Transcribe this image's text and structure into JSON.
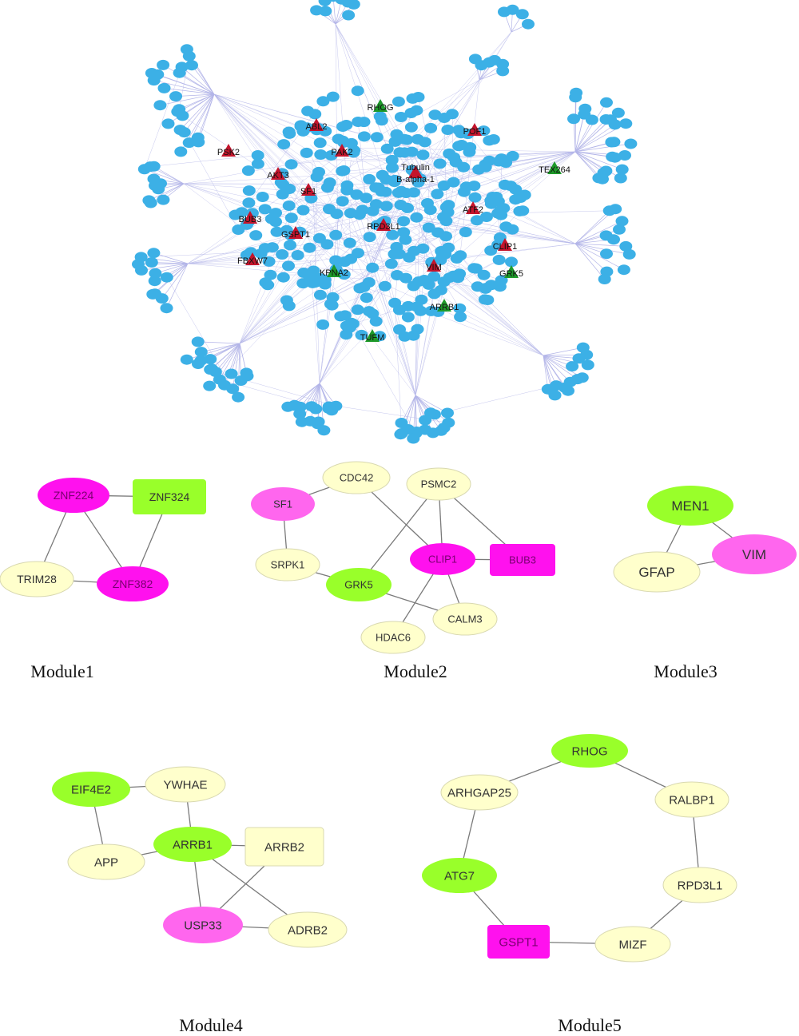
{
  "colors": {
    "hub_node": "#3cb0e6",
    "hub_edge": "#b3b5e8",
    "red_marker": "#c4142c",
    "green_marker": "#1e9a2a",
    "green_fill": "#99ff2a",
    "magenta_fill": "#ff11ee",
    "light_magenta_fill": "#ff66ee",
    "cream_fill": "#ffffcc",
    "module_edge": "#7a7a7a"
  },
  "overview": {
    "red_labels": [
      "ABL2",
      "PAK2",
      "PSK2",
      "AKT3",
      "SF1",
      "BUB3",
      "GSPT1",
      "FBXW7",
      "RPD3L1",
      "ATF2",
      "CLIP1",
      "VIM",
      "POF1",
      "Tubulin B-alpha-1"
    ],
    "green_labels": [
      "RHOG",
      "TEX264",
      "GRK5",
      "KPNA2",
      "ARRB1",
      "TUFM"
    ]
  },
  "modules": [
    {
      "caption": "Module1",
      "nodes": [
        {
          "id": "ZNF224",
          "label": "ZNF224",
          "shape": "ellipse",
          "fill": "magenta"
        },
        {
          "id": "ZNF324",
          "label": "ZNF324",
          "shape": "rect",
          "fill": "green"
        },
        {
          "id": "TRIM28",
          "label": "TRIM28",
          "shape": "ellipse",
          "fill": "cream"
        },
        {
          "id": "ZNF382",
          "label": "ZNF382",
          "shape": "ellipse",
          "fill": "magenta"
        }
      ],
      "edges": [
        [
          "ZNF224",
          "ZNF324"
        ],
        [
          "ZNF224",
          "TRIM28"
        ],
        [
          "ZNF224",
          "ZNF382"
        ],
        [
          "ZNF324",
          "ZNF382"
        ],
        [
          "TRIM28",
          "ZNF382"
        ]
      ]
    },
    {
      "caption": "Module2",
      "nodes": [
        {
          "id": "SF1",
          "label": "SF1",
          "shape": "ellipse",
          "fill": "light_magenta"
        },
        {
          "id": "CDC42",
          "label": "CDC42",
          "shape": "ellipse",
          "fill": "cream"
        },
        {
          "id": "PSMC2",
          "label": "PSMC2",
          "shape": "ellipse",
          "fill": "cream"
        },
        {
          "id": "SRPK1",
          "label": "SRPK1",
          "shape": "ellipse",
          "fill": "cream"
        },
        {
          "id": "CLIP1",
          "label": "CLIP1",
          "shape": "ellipse",
          "fill": "magenta"
        },
        {
          "id": "BUB3",
          "label": "BUB3",
          "shape": "rect",
          "fill": "magenta"
        },
        {
          "id": "GRK5",
          "label": "GRK5",
          "shape": "ellipse",
          "fill": "green"
        },
        {
          "id": "CALM3",
          "label": "CALM3",
          "shape": "ellipse",
          "fill": "cream"
        },
        {
          "id": "HDAC6",
          "label": "HDAC6",
          "shape": "ellipse",
          "fill": "cream"
        }
      ],
      "edges": [
        [
          "SF1",
          "CDC42"
        ],
        [
          "SF1",
          "SRPK1"
        ],
        [
          "SRPK1",
          "GRK5"
        ],
        [
          "CDC42",
          "CLIP1"
        ],
        [
          "PSMC2",
          "GRK5"
        ],
        [
          "PSMC2",
          "CLIP1"
        ],
        [
          "PSMC2",
          "BUB3"
        ],
        [
          "CLIP1",
          "BUB3"
        ],
        [
          "CLIP1",
          "HDAC6"
        ],
        [
          "CLIP1",
          "CALM3"
        ],
        [
          "GRK5",
          "CALM3"
        ]
      ]
    },
    {
      "caption": "Module3",
      "nodes": [
        {
          "id": "MEN1",
          "label": "MEN1",
          "shape": "ellipse",
          "fill": "green"
        },
        {
          "id": "VIM",
          "label": "VIM",
          "shape": "ellipse",
          "fill": "light_magenta"
        },
        {
          "id": "GFAP",
          "label": "GFAP",
          "shape": "ellipse",
          "fill": "cream"
        }
      ],
      "edges": [
        [
          "MEN1",
          "VIM"
        ],
        [
          "MEN1",
          "GFAP"
        ],
        [
          "GFAP",
          "VIM"
        ]
      ]
    },
    {
      "caption": "Module4",
      "nodes": [
        {
          "id": "EIF4E2",
          "label": "EIF4E2",
          "shape": "ellipse",
          "fill": "green"
        },
        {
          "id": "YWHAE",
          "label": "YWHAE",
          "shape": "ellipse",
          "fill": "cream"
        },
        {
          "id": "APP",
          "label": "APP",
          "shape": "ellipse",
          "fill": "cream"
        },
        {
          "id": "ARRB1",
          "label": "ARRB1",
          "shape": "ellipse",
          "fill": "green"
        },
        {
          "id": "ARRB2",
          "label": "ARRB2",
          "shape": "rect",
          "fill": "cream"
        },
        {
          "id": "USP33",
          "label": "USP33",
          "shape": "ellipse",
          "fill": "light_magenta"
        },
        {
          "id": "ADRB2",
          "label": "ADRB2",
          "shape": "ellipse",
          "fill": "cream"
        }
      ],
      "edges": [
        [
          "EIF4E2",
          "YWHAE"
        ],
        [
          "EIF4E2",
          "APP"
        ],
        [
          "YWHAE",
          "ARRB1"
        ],
        [
          "APP",
          "ARRB1"
        ],
        [
          "ARRB1",
          "ARRB2"
        ],
        [
          "ARRB1",
          "USP33"
        ],
        [
          "ARRB1",
          "ADRB2"
        ],
        [
          "ARRB2",
          "USP33"
        ],
        [
          "USP33",
          "ADRB2"
        ]
      ]
    },
    {
      "caption": "Module5",
      "nodes": [
        {
          "id": "RHOG",
          "label": "RHOG",
          "shape": "ellipse",
          "fill": "green"
        },
        {
          "id": "ARHGAP25",
          "label": "ARHGAP25",
          "shape": "ellipse",
          "fill": "cream"
        },
        {
          "id": "RALBP1",
          "label": "RALBP1",
          "shape": "ellipse",
          "fill": "cream"
        },
        {
          "id": "ATG7",
          "label": "ATG7",
          "shape": "ellipse",
          "fill": "green"
        },
        {
          "id": "RPD3L1",
          "label": "RPD3L1",
          "shape": "ellipse",
          "fill": "cream"
        },
        {
          "id": "GSPT1",
          "label": "GSPT1",
          "shape": "rect",
          "fill": "magenta"
        },
        {
          "id": "MIZF",
          "label": "MIZF",
          "shape": "ellipse",
          "fill": "cream"
        }
      ],
      "edges": [
        [
          "RHOG",
          "ARHGAP25"
        ],
        [
          "RHOG",
          "RALBP1"
        ],
        [
          "ARHGAP25",
          "ATG7"
        ],
        [
          "RALBP1",
          "RPD3L1"
        ],
        [
          "ATG7",
          "GSPT1"
        ],
        [
          "GSPT1",
          "MIZF"
        ],
        [
          "MIZF",
          "RPD3L1"
        ]
      ]
    }
  ]
}
